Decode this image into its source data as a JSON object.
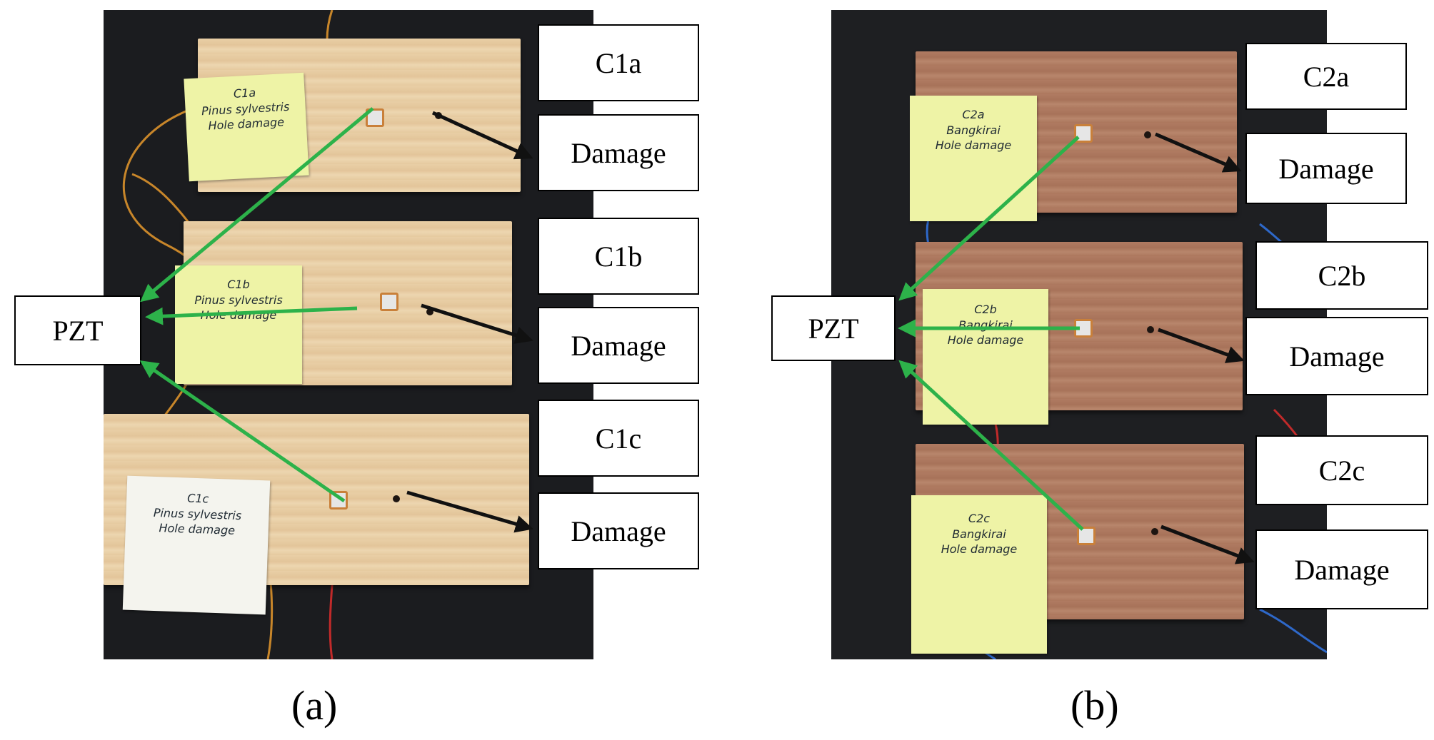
{
  "panels": [
    {
      "caption": "(a)",
      "pzt_label": "PZT",
      "boards": [
        {
          "id": "C1a",
          "note": [
            "C1a",
            "Pinus sylvestris",
            "Hole damage"
          ],
          "damage_label": "Damage"
        },
        {
          "id": "C1b",
          "note": [
            "C1b",
            "Pinus sylvestris",
            "Hole damage"
          ],
          "damage_label": "Damage"
        },
        {
          "id": "C1c",
          "note": [
            "C1c",
            "Pinus sylvestris",
            "Hole damage"
          ],
          "damage_label": "Damage"
        }
      ]
    },
    {
      "caption": "(b)",
      "pzt_label": "PZT",
      "boards": [
        {
          "id": "C2a",
          "note": [
            "C2a",
            "Bangkirai",
            "Hole damage"
          ],
          "damage_label": "Damage"
        },
        {
          "id": "C2b",
          "note": [
            "C2b",
            "Bangkirai",
            "Hole damage"
          ],
          "damage_label": "Damage"
        },
        {
          "id": "C2c",
          "note": [
            "C2c",
            "Bangkirai",
            "Hole damage"
          ],
          "damage_label": "Damage"
        }
      ]
    }
  ],
  "colors": {
    "sensor_arrow": "#2db24a",
    "damage_arrow": "#111111",
    "background": "#1c1c1e"
  }
}
